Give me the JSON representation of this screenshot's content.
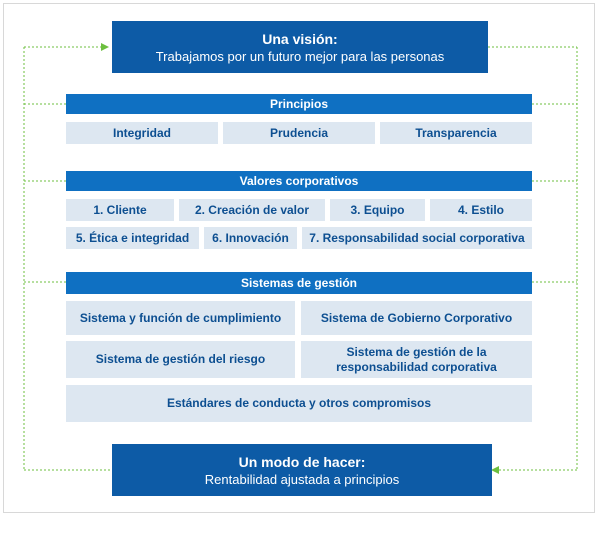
{
  "vision": {
    "title": "Una visión:",
    "subtitle": "Trabajamos por un futuro mejor para las personas"
  },
  "principios": {
    "header": "Principios",
    "items": [
      "Integridad",
      "Prudencia",
      "Transparencia"
    ]
  },
  "valores": {
    "header": "Valores corporativos",
    "row1": [
      "1. Cliente",
      "2. Creación de valor",
      "3. Equipo",
      "4. Estilo"
    ],
    "row2": [
      "5. Ética e integridad",
      "6. Innovación",
      "7. Responsabilidad social corporativa"
    ]
  },
  "sistemas": {
    "header": "Sistemas de gestión",
    "items": [
      "Sistema y función de cumplimiento",
      "Sistema de Gobierno Corporativo",
      "Sistema de gestión del riesgo",
      "Sistema de gestión de la responsabilidad corporativa",
      "Estándares de conducta y otros compromisos"
    ]
  },
  "modo": {
    "title": "Un modo de hacer:",
    "subtitle": "Rentabilidad ajustada a principios"
  },
  "colors": {
    "dark_blue": "#0d5ba6",
    "header_blue": "#0f70c2",
    "cell_bg": "#dde7f1",
    "cell_text": "#0d4f91",
    "connector_green": "#6cbf3f"
  }
}
